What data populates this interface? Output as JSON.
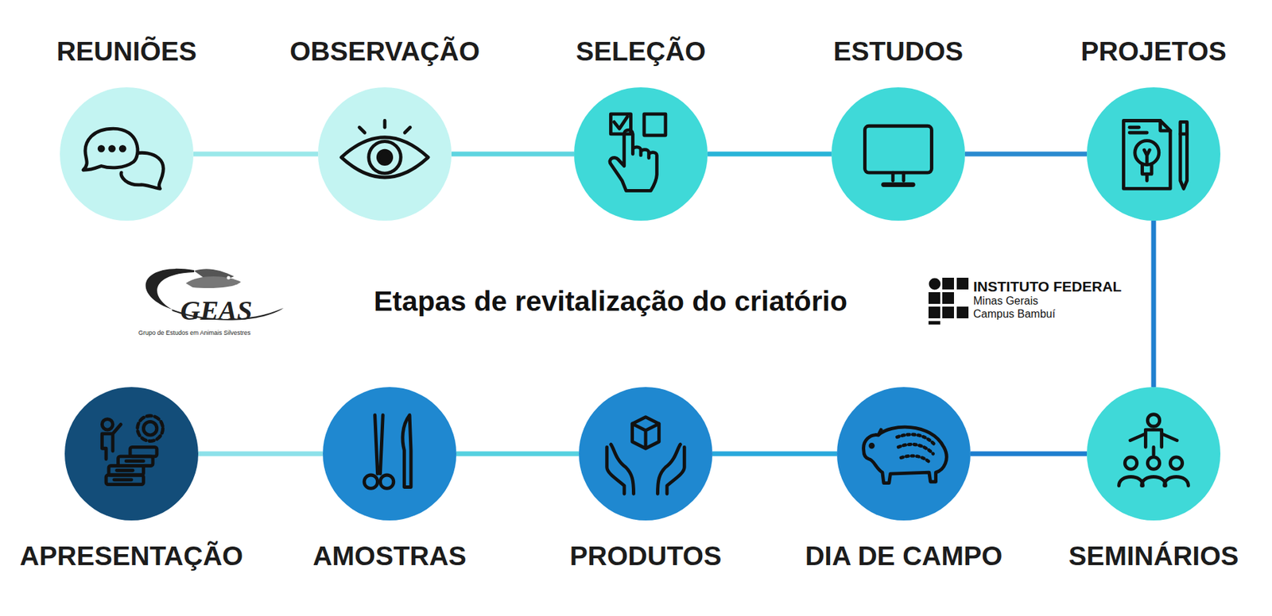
{
  "diagram": {
    "title": "Etapas de revitalização do criatório",
    "nodes": [
      {
        "text": [
          "REUNIÕES"
        ]
      },
      {
        "text": [
          "OBSERVAÇÃO"
        ]
      },
      {
        "text": [
          "SELEÇÃO"
        ]
      },
      {
        "text": [
          "ESTUDOS"
        ]
      },
      {
        "text": [
          "PROJETOS"
        ]
      },
      {
        "text": [
          "APRESENTAÇÃO"
        ]
      },
      {
        "text": [
          "AMOSTRAS"
        ]
      },
      {
        "text": [
          "PRODUTOS"
        ]
      },
      {
        "text": [
          "DIA DE CAMPO"
        ]
      },
      {
        "text": [
          "SEMINÁRIOS"
        ]
      }
    ],
    "edges": [
      {
        "from": 0,
        "to": 1,
        "arrow": "none"
      },
      {
        "from": 1,
        "to": 2,
        "arrow": "none"
      },
      {
        "from": 2,
        "to": 3,
        "arrow": "none"
      },
      {
        "from": 3,
        "to": 4,
        "arrow": "none"
      },
      {
        "from": 4,
        "to": 9,
        "arrow": "none"
      },
      {
        "from": 9,
        "to": 8,
        "arrow": "none"
      },
      {
        "from": 8,
        "to": 7,
        "arrow": "none"
      },
      {
        "from": 7,
        "to": 6,
        "arrow": "none"
      },
      {
        "from": 6,
        "to": 5,
        "arrow": "none"
      }
    ],
    "labels": [
      "GEAS",
      "Grupo de Estudos em Animais Silvestres",
      "INSTITUTO FEDERAL",
      "Minas Gerais",
      "Campus Bambuí"
    ]
  }
}
